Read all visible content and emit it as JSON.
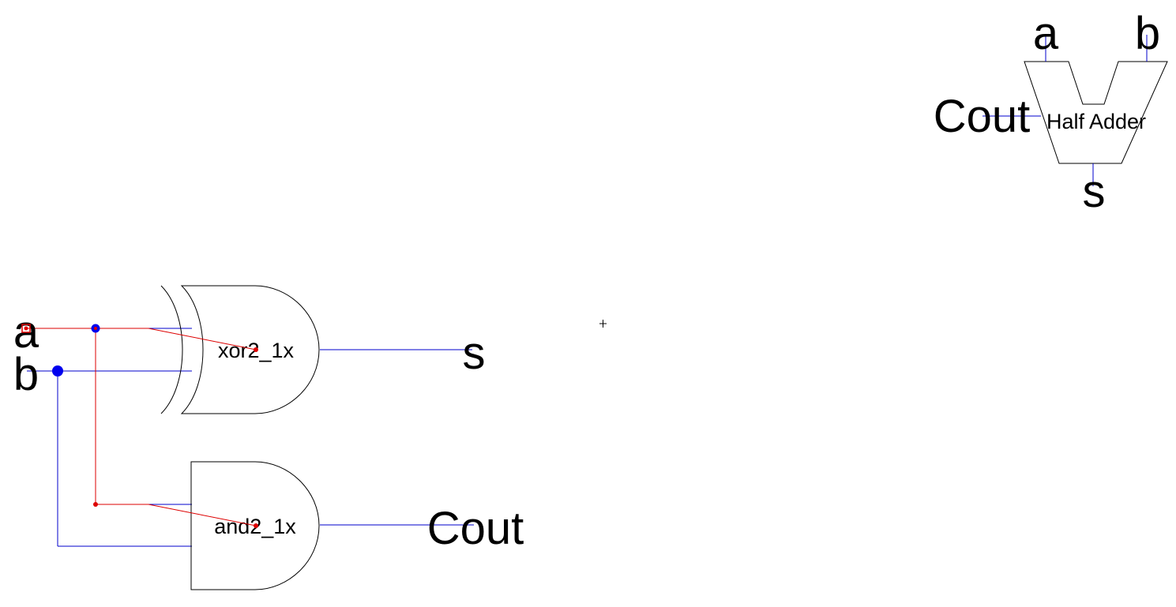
{
  "schematic": {
    "inputs": {
      "a": "a",
      "b": "b"
    },
    "outputs": {
      "s": "s",
      "cout": "Cout"
    },
    "gates": {
      "xor": "xor2_1x",
      "and": "and2_1x"
    }
  },
  "symbol": {
    "name": "Half Adder",
    "pins": {
      "a": "a",
      "b": "b",
      "s": "s",
      "cout": "Cout"
    }
  },
  "colors": {
    "wire": "#0000cc",
    "ratsnest": "#dd0000",
    "junction": "#0000ee",
    "gate_outline": "#000000",
    "background": "#ffffff"
  }
}
